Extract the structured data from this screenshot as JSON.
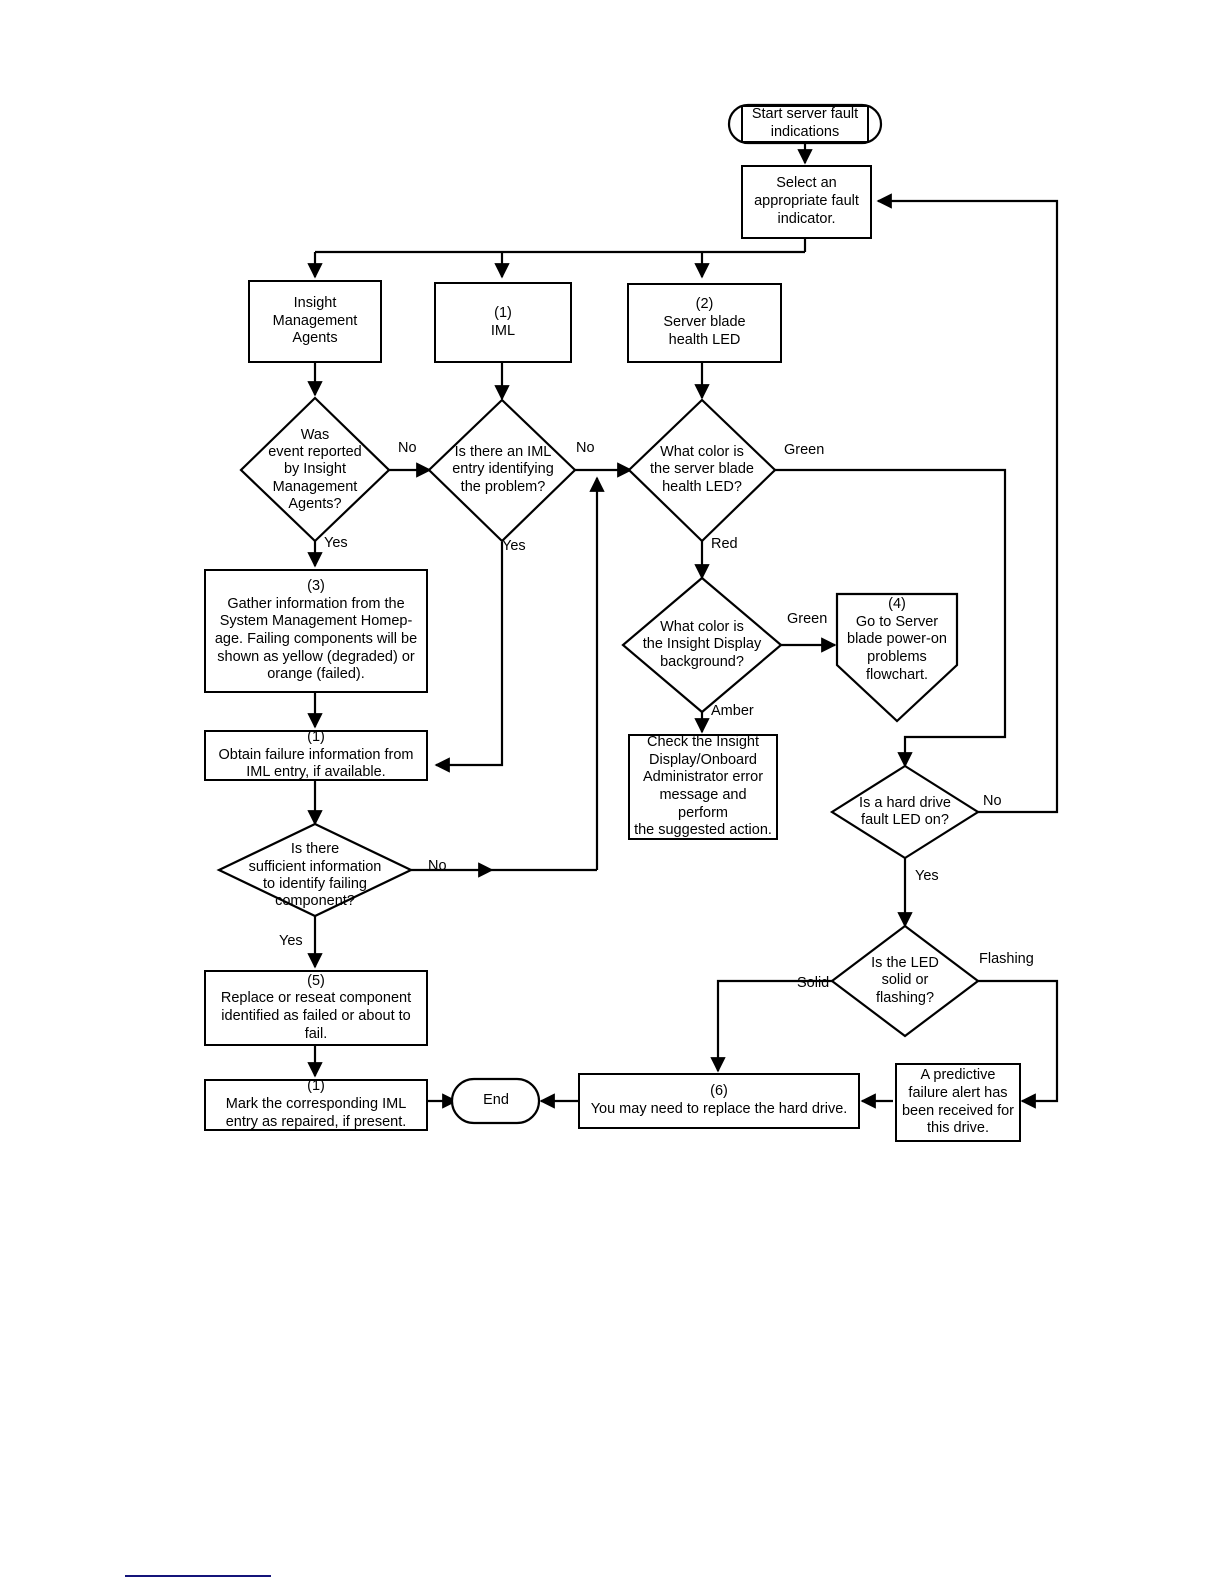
{
  "document": {
    "title": "Server fault indications flowchart",
    "footer_rule_color": "#14147a"
  },
  "nodes": {
    "start": {
      "label": "Start server fault\nindications",
      "shape": "terminator"
    },
    "select_indicator": {
      "label": "Select an\nappropriate fault\nindicator.",
      "shape": "process"
    },
    "insight_agents": {
      "label": "Insight\nManagement\nAgents",
      "shape": "process"
    },
    "iml": {
      "label": "(1)\nIML",
      "shape": "process"
    },
    "health_led": {
      "label": "(2)\nServer blade\nhealth LED",
      "shape": "process"
    },
    "q_event_reported": {
      "label": "Was\nevent reported\nby Insight\nManagement\nAgents?",
      "shape": "decision"
    },
    "q_iml_entry": {
      "label": "Is there an IML\nentry identifying\nthe problem?",
      "shape": "decision"
    },
    "q_led_color": {
      "label": "What color is\nthe server blade\nhealth LED?",
      "shape": "decision"
    },
    "gather_info": {
      "label": "(3)\nGather information from the\nSystem Management Homep-\nage. Failing components will be\nshown as yellow (degraded) or\norange (failed).",
      "shape": "process"
    },
    "obtain_failure_info": {
      "label": "(1)\nObtain failure information from\nIML entry, if available.",
      "shape": "process"
    },
    "q_sufficient_info": {
      "label": "Is there\nsufficient information\nto identify failing\ncomponent?",
      "shape": "decision"
    },
    "replace_component": {
      "label": "(5)\nReplace or reseat component\nidentified as failed or about to\nfail.",
      "shape": "process"
    },
    "mark_iml_repaired": {
      "label": "(1)\nMark the corresponding IML\nentry as repaired, if present.",
      "shape": "process"
    },
    "end": {
      "label": "End",
      "shape": "terminator"
    },
    "q_insight_display_bg": {
      "label": "What color is\nthe Insight Display\nbackground?",
      "shape": "decision"
    },
    "goto_poweron": {
      "label": "(4)\nGo to Server\nblade power-on\nproblems\nflowchart.",
      "shape": "pentagon"
    },
    "check_insight_display": {
      "label": "Check the Insight\nDisplay/Onboard\nAdministrator error\nmessage and perform\nthe suggested action.",
      "shape": "process"
    },
    "q_hdd_fault_led": {
      "label": "Is a hard drive\nfault LED on?",
      "shape": "decision"
    },
    "q_led_solid_flashing": {
      "label": "Is the LED\nsolid or\nflashing?",
      "shape": "decision"
    },
    "predictive_alert": {
      "label": "A predictive\nfailure alert has\nbeen received for\nthis drive.",
      "shape": "process"
    },
    "replace_hdd": {
      "label": "(6)\nYou may need to replace the hard drive.",
      "shape": "process"
    }
  },
  "edge_labels": {
    "event_reported_no": "No",
    "event_reported_yes": "Yes",
    "iml_entry_no": "No",
    "iml_entry_yes": "Yes",
    "led_color_green": "Green",
    "led_color_red": "Red",
    "sufficient_info_no": "No",
    "sufficient_info_yes": "Yes",
    "insight_bg_green": "Green",
    "insight_bg_amber": "Amber",
    "hdd_fault_no": "No",
    "hdd_fault_yes": "Yes",
    "led_solid": "Solid",
    "led_flashing": "Flashing"
  }
}
